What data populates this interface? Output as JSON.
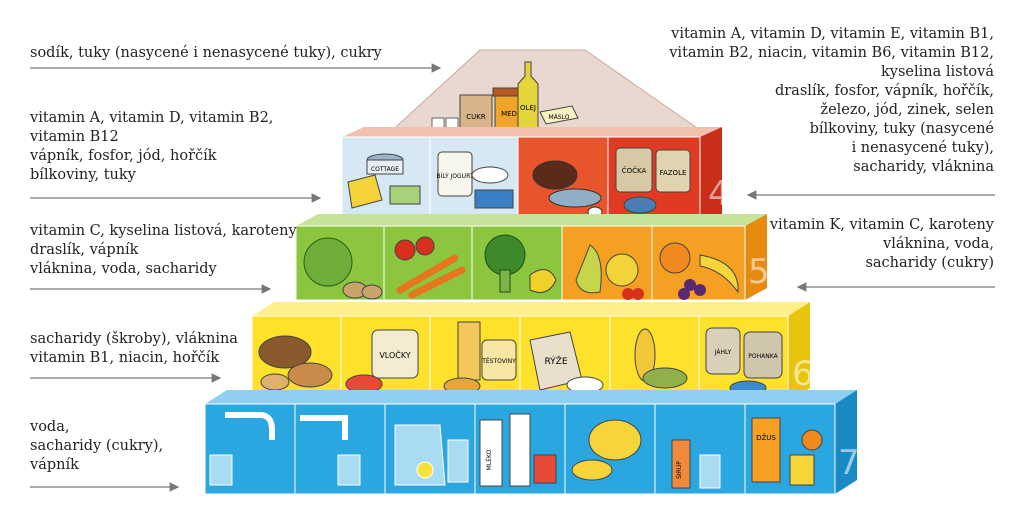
{
  "left_annotations": [
    {
      "id": "top",
      "lines": [
        "sodík, tuky (nasycené i nenasycené tuky), cukry"
      ]
    },
    {
      "id": "level4",
      "lines": [
        "vitamin A, vitamin D, vitamin B2,",
        "vitamin B12",
        "vápník, fosfor, jód, hořčík",
        "bílkoviny, tuky"
      ]
    },
    {
      "id": "level5",
      "lines": [
        "vitamin C, kyselina listová, karoteny",
        "draslík, vápník",
        "vláknina, voda, sacharidy"
      ]
    },
    {
      "id": "level6",
      "lines": [
        "sacharidy (škroby), vláknina",
        "vitamin B1, niacin, hořčík"
      ]
    },
    {
      "id": "level7",
      "lines": [
        "voda,",
        "sacharidy (cukry),",
        "vápník"
      ]
    }
  ],
  "right_annotations": [
    {
      "id": "level4",
      "lines": [
        "vitamin A, vitamin D, vitamin E, vitamin B1,",
        "vitamin B2, niacin, vitamin B6, vitamin B12,",
        "kyselina listová",
        "draslík, fosfor, vápník, hořčík,",
        "železo, jód, zinek, selen",
        "bílkoviny, tuky (nasycené",
        "i nenasycené tuky),",
        "sacharidy, vláknina"
      ]
    },
    {
      "id": "level5",
      "lines": [
        "vitamin K, vitamin C, karoteny",
        "vláknina, voda,",
        "sacharidy (cukry)"
      ]
    }
  ],
  "level_numbers": [
    "4",
    "5",
    "6",
    "7"
  ],
  "food_labels": {
    "cukr": "CUKR",
    "med": "MED",
    "olej": "OLEJ",
    "maslo": "MÁSLO",
    "cottage": "COTTAGE",
    "bily_jogurt": "BÍLÝ JOGURT",
    "cocka": "ČOČKA",
    "fazole": "FAZOLE",
    "vlocky": "VLOČKY",
    "testoviny": "TĚSTOVINY",
    "ryze": "RÝŽE",
    "jahly": "JÁHLY",
    "pohanka": "POHANKA",
    "mleko": "MLÉKO",
    "sirup": "SIRUP",
    "dzus": "DŽUS"
  },
  "colors": {
    "top": "#e8d6cc",
    "level4_blue": "#d2e6f2",
    "level4_orange": "#e85a2a",
    "level4_red": "#e03a22",
    "level5_green": "#8cc63f",
    "level5_orange": "#f6a023",
    "level6": "#fde12b",
    "level7": "#2aa6e0"
  }
}
